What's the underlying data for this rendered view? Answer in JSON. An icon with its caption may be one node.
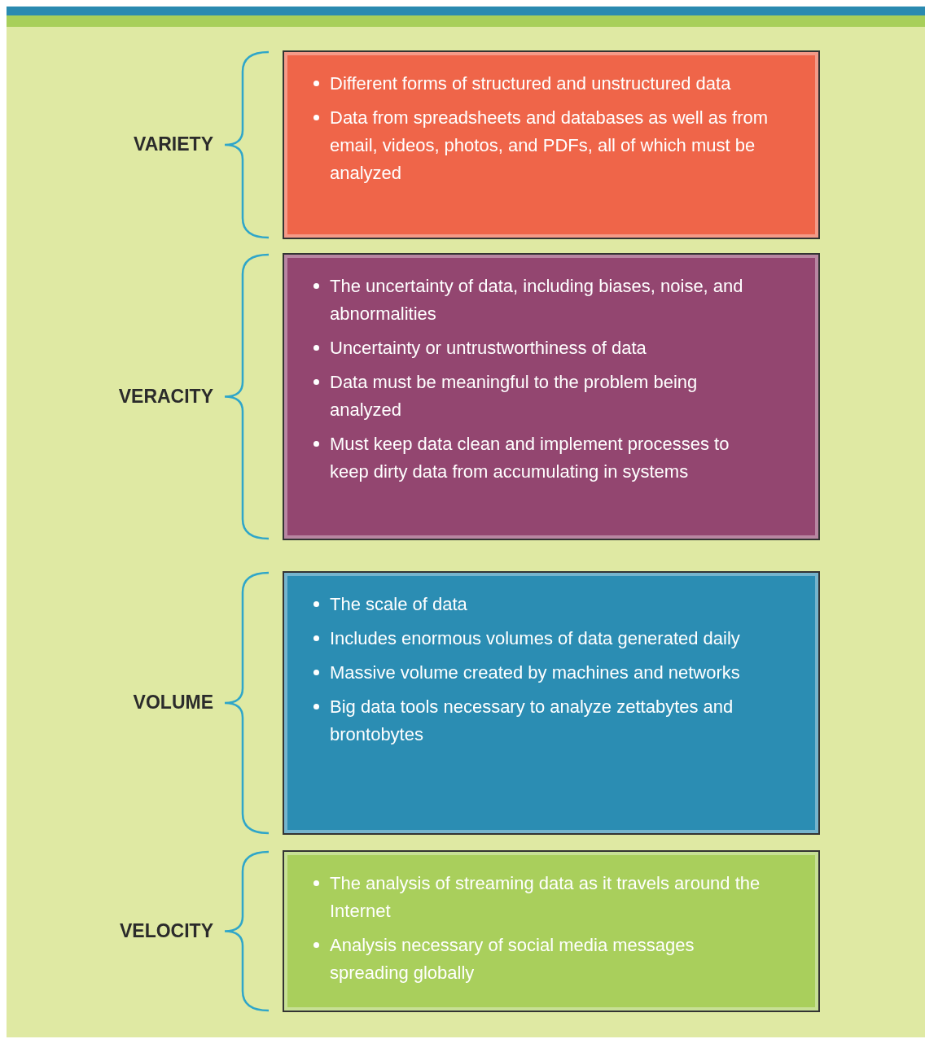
{
  "diagram": {
    "nodes": [
      {
        "text": [
          "VARIETY",
          "Different forms of structured and unstructured data",
          "Data from spreadsheets and databases as well as from email, videos, photos, and PDFs, all of which must be analyzed"
        ]
      },
      {
        "text": [
          "VERACITY",
          "The uncertainty of data, including biases, noise, and abnormalities",
          "Uncertainty or untrustworthiness of data",
          "Data must be meaningful to the problem being analyzed",
          "Must keep data clean and implement processes to keep dirty data from accumulating in systems"
        ]
      },
      {
        "text": [
          "VOLUME",
          "The scale of data",
          "Includes enormous volumes of data generated daily",
          "Massive volume created by machines and networks",
          "Big data tools necessary to analyze zettabytes and brontobytes"
        ]
      },
      {
        "text": [
          "VELOCITY",
          "The analysis of streaming data as it travels around the Internet",
          "Analysis necessary of social media messages spreading globally"
        ]
      }
    ],
    "edges": []
  }
}
